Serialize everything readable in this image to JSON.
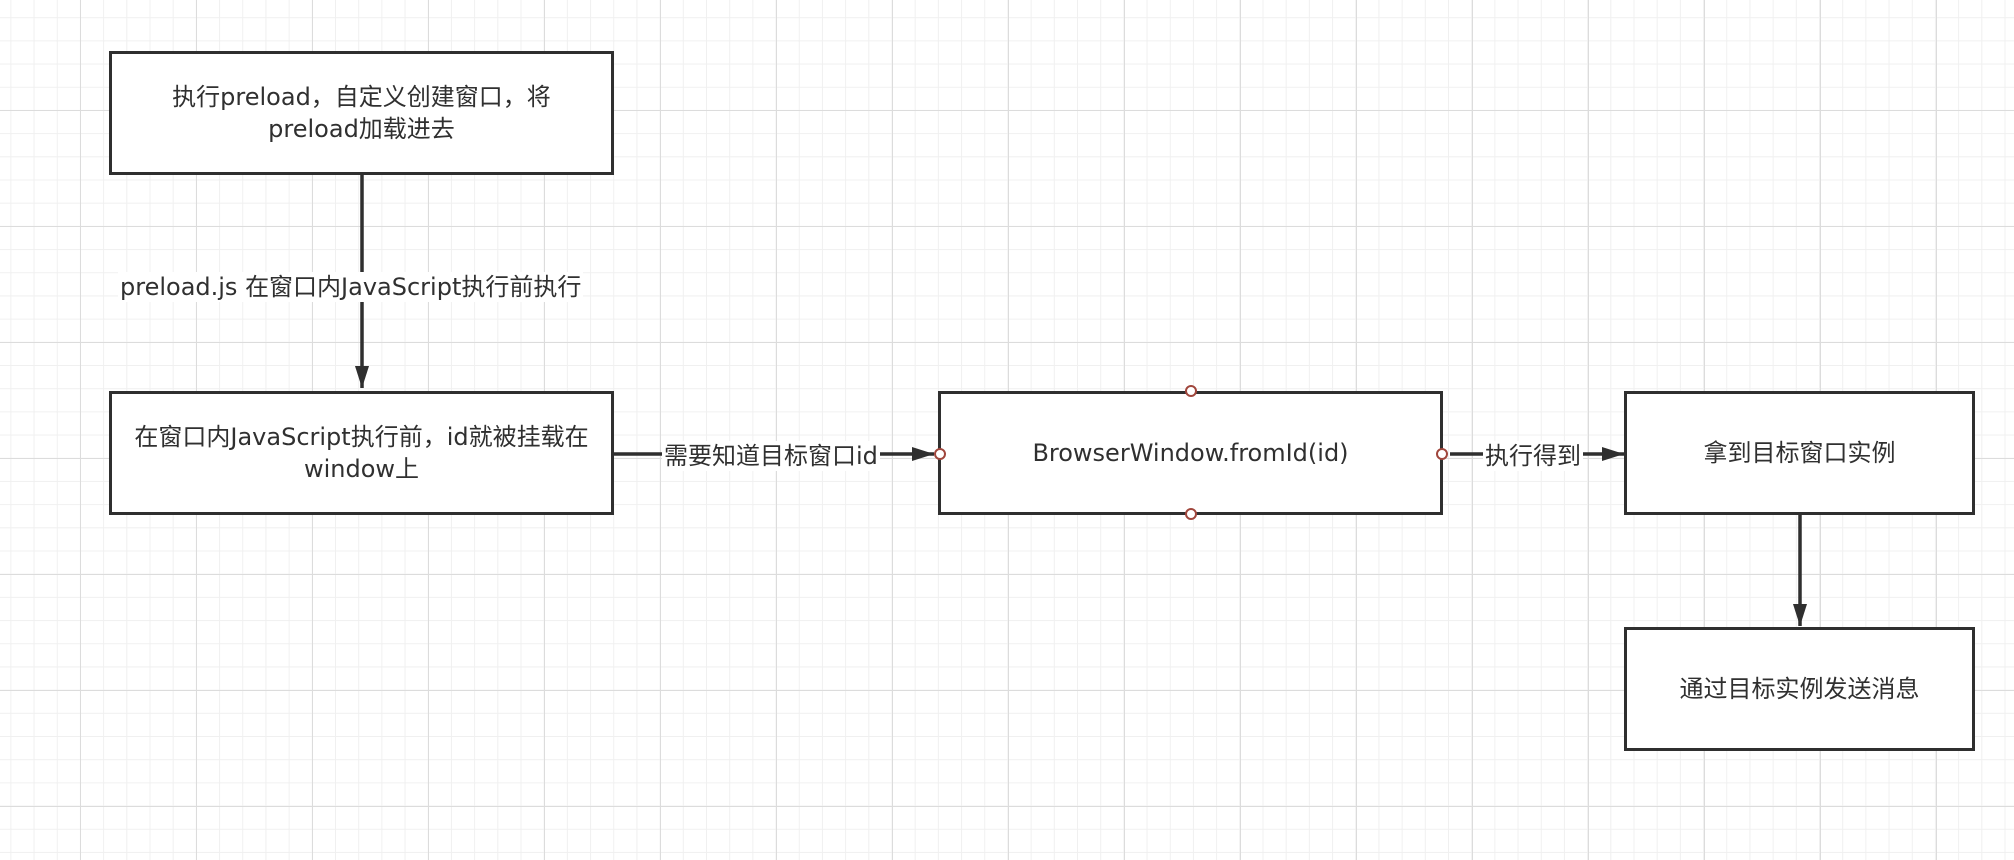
{
  "diagram": {
    "nodes": {
      "preload_window": "执行preload，自定义创建窗口，将preload加载进去",
      "id_mounted": "在窗口内JavaScript执行前，id就被挂载在window上",
      "from_id": "BrowserWindow.fromId(id)",
      "target_instance": "拿到目标窗口实例",
      "send_message": "通过目标实例发送消息"
    },
    "edges": {
      "preload_to_id": "preload.js 在窗口内JavaScript执行前执行",
      "id_to_fromid": "需要知道目标窗口id",
      "fromid_to_instance": "执行得到"
    },
    "colors": {
      "stroke": "#2f2f2f",
      "text": "#303030",
      "port": "#a0463c",
      "grid_major": "#dcdcdc",
      "grid_minor": "#f0f0f0"
    }
  }
}
